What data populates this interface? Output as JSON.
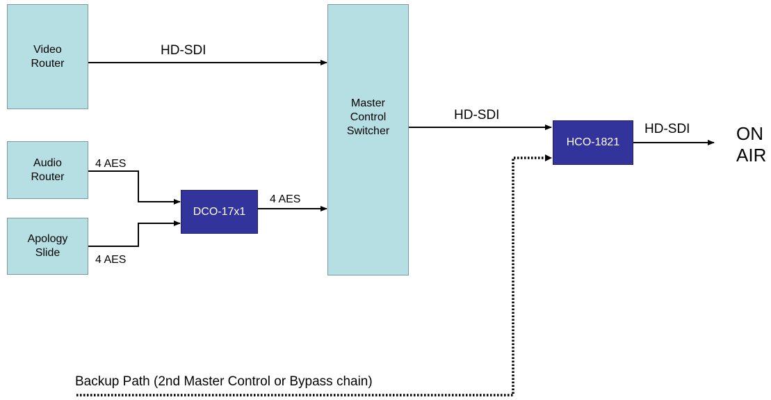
{
  "blocks": {
    "video_router": "Video\nRouter",
    "audio_router": "Audio\nRouter",
    "apology_slide": "Apology\nSlide",
    "dco": "DCO-17x1",
    "master_control_switcher": "Master\nControl\nSwitcher",
    "hco": "HCO-1821"
  },
  "labels": {
    "video_to_mcs": "HD-SDI",
    "audio_router_out": "4 AES",
    "apology_out": "4 AES",
    "dco_to_mcs": "4 AES",
    "mcs_to_hco": "HD-SDI",
    "hco_out": "HD-SDI",
    "on_air": "ON\nAIR",
    "backup_path": "Backup Path (2nd Master Control or Bypass chain)"
  },
  "colors": {
    "light_block": "#b5dfe3",
    "dark_block": "#33339c"
  }
}
